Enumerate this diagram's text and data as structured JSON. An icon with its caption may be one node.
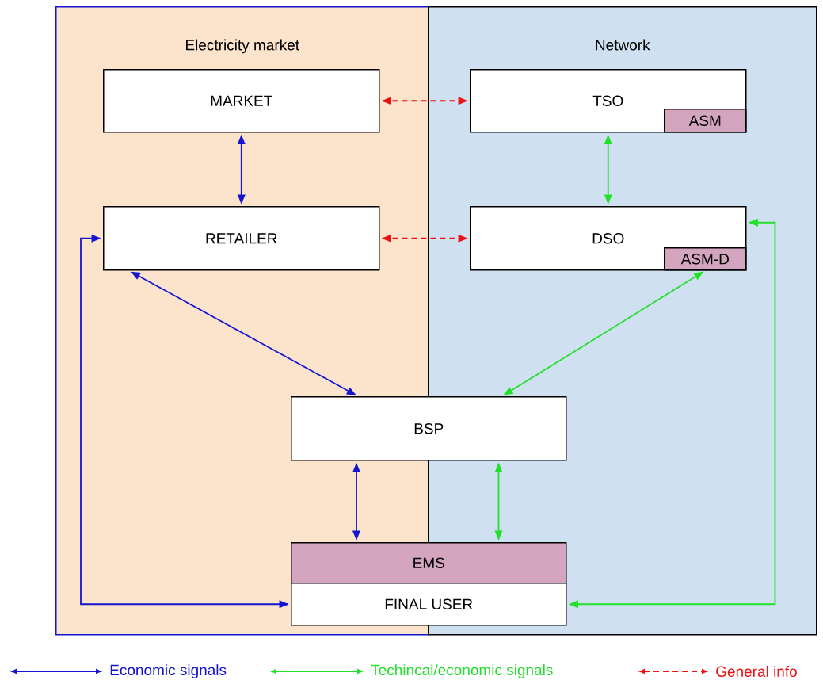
{
  "diagram": {
    "nodes": [
      {
        "text": [
          "Electricity market"
        ]
      },
      {
        "text": [
          "Network"
        ]
      },
      {
        "text": [
          "MARKET"
        ],
        "in": 0
      },
      {
        "text": [
          "TSO"
        ],
        "in": 1
      },
      {
        "text": [
          "ASM"
        ],
        "in": 3
      },
      {
        "text": [
          "RETAILER"
        ],
        "in": 0
      },
      {
        "text": [
          "DSO"
        ],
        "in": 1
      },
      {
        "text": [
          "ASM-D"
        ],
        "in": 6
      },
      {
        "text": [
          "BSP"
        ]
      },
      {
        "text": [
          "EMS"
        ]
      },
      {
        "text": [
          "FINAL USER"
        ]
      }
    ],
    "edges": [
      {
        "from": 2,
        "to": 3,
        "arrow": "both",
        "style": "dashed",
        "color": "#ee1111"
      },
      {
        "from": 2,
        "to": 5,
        "arrow": "both",
        "color": "#1515d0"
      },
      {
        "from": 3,
        "to": 6,
        "arrow": "both",
        "color": "#22e02a"
      },
      {
        "from": 5,
        "to": 6,
        "arrow": "both",
        "style": "dashed",
        "color": "#ee1111"
      },
      {
        "from": 5,
        "to": 8,
        "arrow": "both",
        "color": "#1515d0"
      },
      {
        "from": 7,
        "to": 8,
        "arrow": "both",
        "color": "#22e02a"
      },
      {
        "from": 8,
        "to": 9,
        "arrow": "both",
        "color": "#1515d0"
      },
      {
        "from": 8,
        "to": 9,
        "arrow": "both",
        "color": "#22e02a"
      },
      {
        "from": 5,
        "to": 10,
        "arrow": "both",
        "color": "#1515d0"
      },
      {
        "from": 6,
        "to": 10,
        "arrow": "both",
        "color": "#22e02a"
      }
    ],
    "legend": [
      {
        "text": "Economic signals"
      },
      {
        "text": "Techincal/economic signals"
      },
      {
        "text": "General info"
      }
    ]
  }
}
